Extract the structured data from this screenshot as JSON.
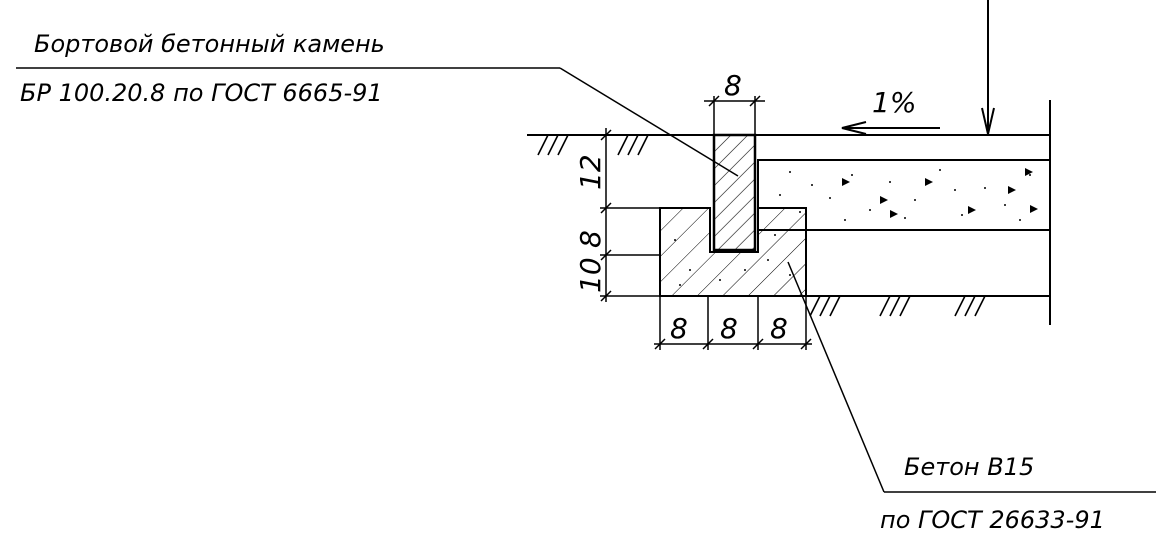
{
  "labels": {
    "curb_name": "Бортовой бетонный камень",
    "curb_standard": "БР 100.20.8 по ГОСТ 6665-91",
    "slope": "1%",
    "concrete_name": "Бетон В15",
    "concrete_standard": "по ГОСТ 26633-91"
  },
  "dimensions": {
    "top_width": "8",
    "height_upper": "12",
    "height_middle": "8",
    "height_lower": "10",
    "bottom_left": "8",
    "bottom_middle": "8",
    "bottom_right": "8"
  },
  "colors": {
    "line": "#000000",
    "background": "#ffffff"
  }
}
